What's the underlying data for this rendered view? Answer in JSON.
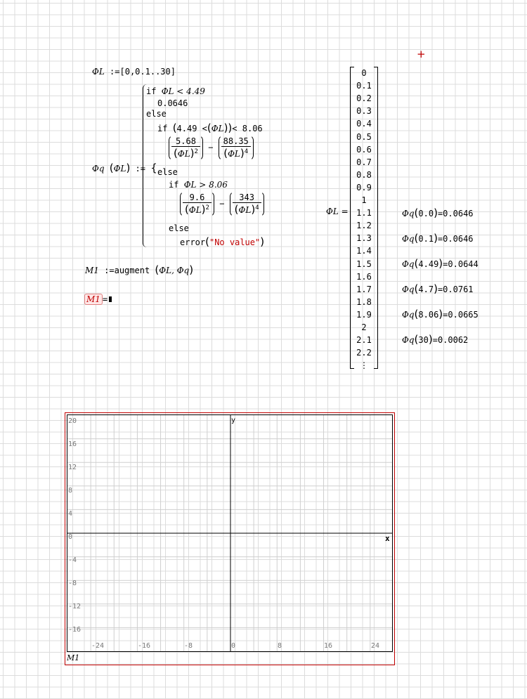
{
  "definitions": {
    "range_def": {
      "var": "ΦL",
      "op": ":=",
      "value": "[0,0.1..30]"
    },
    "func_def": {
      "name": "Φq",
      "arg": "ΦL",
      "op": ":="
    },
    "branches": {
      "if1": "if",
      "cond1": "ΦL < 4.49",
      "val1": "0.0646",
      "else1": "else",
      "if2": "if",
      "cond2_left": "4.49 <",
      "cond2_mid": "ΦL",
      "cond2_right": "< 8.06",
      "frac1_num": "5.68",
      "frac1_den": "ΦL",
      "frac1_exp": "2",
      "minus": "−",
      "frac2_num": "88.35",
      "frac2_den": "ΦL",
      "frac2_exp": "4",
      "else2": "else",
      "if3": "if",
      "cond3": "ΦL > 8.06",
      "frac3_num": "9.6",
      "frac3_den": "ΦL",
      "frac3_exp": "2",
      "frac4_num": "343",
      "frac4_den": "ΦL",
      "frac4_exp": "4",
      "else3": "else",
      "error_fn": "error",
      "error_str": "\"No value\""
    },
    "augment_def": {
      "name": "M1",
      "op": ":=",
      "expr": "augment",
      "args": "ΦL, Φq"
    },
    "m1_eval": {
      "name": "M1",
      "op": "="
    }
  },
  "vector_eval": {
    "label": "ΦL =",
    "values": [
      "0",
      "0.1",
      "0.2",
      "0.3",
      "0.4",
      "0.5",
      "0.6",
      "0.7",
      "0.8",
      "0.9",
      "1",
      "1.1",
      "1.2",
      "1.3",
      "1.4",
      "1.5",
      "1.6",
      "1.7",
      "1.8",
      "1.9",
      "2",
      "2.1",
      "2.2",
      "⋮"
    ]
  },
  "evaluations": [
    {
      "fn": "Φq",
      "arg": "0.0",
      "result": "0.0646"
    },
    {
      "fn": "Φq",
      "arg": "0.1",
      "result": "0.0646"
    },
    {
      "fn": "Φq",
      "arg": "4.49",
      "result": "0.0644"
    },
    {
      "fn": "Φq",
      "arg": "4.7",
      "result": "0.0761"
    },
    {
      "fn": "Φq",
      "arg": "8.06",
      "result": "0.0665"
    },
    {
      "fn": "Φq",
      "arg": "30",
      "result": "0.0062"
    }
  ],
  "plot": {
    "y_label": "y",
    "x_label": "x",
    "trace_label": "M1",
    "y_ticks": [
      "20",
      "16",
      "12",
      "8",
      "4",
      "0",
      "-4",
      "-8",
      "-12",
      "-16"
    ],
    "x_ticks": [
      "-24",
      "-16",
      "-8",
      "0",
      "8",
      "16",
      "24"
    ],
    "accent": "#c00000"
  }
}
